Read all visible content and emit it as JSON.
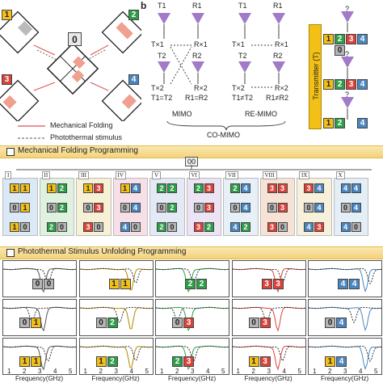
{
  "panel_b_label": "b",
  "panel_a": {
    "states": [
      "0",
      "1",
      "2",
      "3",
      "4"
    ],
    "legend": {
      "mechanical": "Mechanical Folding",
      "photothermal": "Photothermal stimulus"
    }
  },
  "panel_b": {
    "left": {
      "t1": "T1",
      "r1": "R1",
      "t2": "T2",
      "r2": "R2",
      "tx1": "T×1",
      "rx1": "R×1",
      "tx2": "T×2",
      "rx2": "R×2",
      "cond_t": "T1=T2",
      "cond_r": "R1=R2",
      "name": "MIMO"
    },
    "right": {
      "t1": "T1",
      "r1": "R1",
      "t2": "T2",
      "r2": "R2",
      "tx1": "T×1",
      "rx1": "R×1",
      "tx2": "T×2",
      "rx2": "R×2",
      "cond_t": "T1≠T2",
      "cond_r": "R1≠R2",
      "name": "RE-MIMO"
    },
    "group": "CO-MIMO",
    "transmitter": "Transmitter (T)",
    "question": "?"
  },
  "section_c": {
    "title": "Mechanical Folding Programming",
    "tag": "00",
    "cells": [
      {
        "roman": "I",
        "top": "11",
        "mid": "01",
        "bot": "10"
      },
      {
        "roman": "II",
        "top": "12",
        "mid": "02",
        "bot": "20"
      },
      {
        "roman": "III",
        "top": "13",
        "mid": "03",
        "bot": "30"
      },
      {
        "roman": "IV",
        "top": "14",
        "mid": "04",
        "bot": "40"
      },
      {
        "roman": "V",
        "top": "22",
        "mid": "02",
        "bot": "20"
      },
      {
        "roman": "VI",
        "top": "23",
        "mid": "03",
        "bot": "32"
      },
      {
        "roman": "VII",
        "top": "24",
        "mid": "04",
        "bot": "42"
      },
      {
        "roman": "VIII",
        "top": "33",
        "mid": "03",
        "bot": "30"
      },
      {
        "roman": "IX",
        "top": "34",
        "mid": "04",
        "bot": "43"
      },
      {
        "roman": "X",
        "top": "44",
        "mid": "04",
        "bot": "40"
      }
    ]
  },
  "section_d": {
    "title": "Photothermal Stimulus Unfolding Programming",
    "xlabel": "Frequency(GHz)",
    "xticks": [
      "1",
      "2",
      "3",
      "4",
      "5"
    ],
    "plots": [
      {
        "top": "00",
        "mid": "01",
        "bot": "11"
      },
      {
        "top": "11",
        "mid": "02",
        "bot": "12"
      },
      {
        "top": "22",
        "mid": "03",
        "bot": "23"
      },
      {
        "top": "33",
        "mid": "03",
        "bot": "13"
      },
      {
        "top": "44",
        "mid": "04",
        "bot": "14"
      }
    ]
  },
  "colors": {
    "s0": "#b5b5b5",
    "s1": "#f3c017",
    "s2": "#2e9d48",
    "s3": "#d9433a",
    "s4": "#4a86c0",
    "section_bar": "#f3d27a",
    "mechanical_arrow": "#e05050"
  }
}
